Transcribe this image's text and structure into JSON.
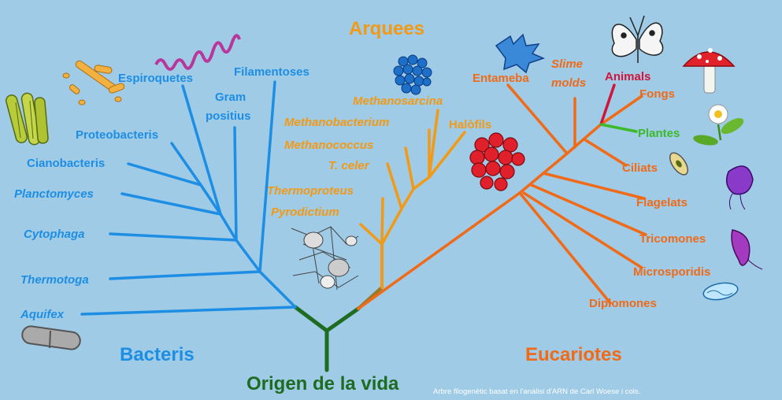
{
  "domains": {
    "bacteria": "Bacteris",
    "archaea": "Arquees",
    "eukarya": "Eucariotes"
  },
  "root": "Origen de la vida",
  "caption": "Arbre filogenètic basat en l'anàlisi d'ARN de Carl Woese i cols.",
  "bacteria": {
    "aquifex": "Aquifex",
    "thermotoga": "Thermotoga",
    "cytophaga": "Cytophaga",
    "planctomyces": "Planctomyces",
    "cianobacteris": "Cianobacteris",
    "proteobacteris": "Proteobacteris",
    "espiroquetes": "Espiroquetes",
    "gram": "Gram",
    "positius": "positius",
    "filamentoses": "Filamentoses"
  },
  "archaea": {
    "pyrodictium": "Pyrodictium",
    "thermoproteus": "Thermoproteus",
    "tceler": "T. celer",
    "methanococcus": "Methanococcus",
    "methanobacterium": "Methanobacterium",
    "methanosarcina": "Methanosarcina",
    "halofils": "Halòfils"
  },
  "eukarya": {
    "entameba": "Entameba",
    "slime": "Slime",
    "molds": "molds",
    "animals": "Animals",
    "fongs": "Fongs",
    "plantes": "Plantes",
    "ciliats": "Ciliats",
    "flagelats": "Flagelats",
    "tricomones": "Tricomones",
    "microsporidis": "Microsporidis",
    "diplomones": "Diplomones"
  },
  "colors": {
    "bacteria": "#1d8ee3",
    "archaea": "#f29a16",
    "eukarya": "#f06a17",
    "root": "#1e6b22",
    "plants": "#3dba2a",
    "animals": "#d2153a"
  }
}
